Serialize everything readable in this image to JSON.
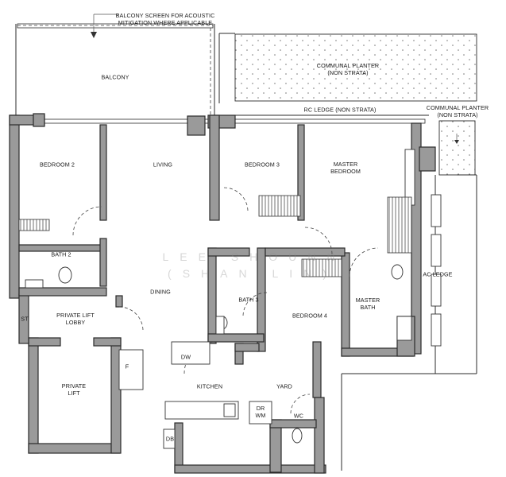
{
  "labels": {
    "balcony_screen": "BALCONY SCREEN FOR ACOUSTIC\nMITIGATION WHERE APPLICABLE",
    "balcony": "BALCONY",
    "communal_planter_top": "COMMUNAL PLANTER\n(NON STRATA)",
    "rc_ledge": "RC LEDGE (NON STRATA)",
    "communal_planter_right": "COMMUNAL PLANTER\n(NON STRATA)",
    "bedroom2": "BEDROOM 2",
    "living": "LIVING",
    "bedroom3": "BEDROOM 3",
    "master_bedroom": "MASTER\nBEDROOM",
    "bath2": "BATH 2",
    "dining": "DINING",
    "bath3": "BATH 3",
    "bedroom4": "BEDROOM 4",
    "master_bath": "MASTER\nBATH",
    "ac_ledge": "AC LEDGE",
    "st": "ST",
    "private_lift_lobby": "PRIVATE LIFT\nLOBBY",
    "dw": "DW",
    "f": "F",
    "private_lift": "PRIVATE\nLIFT",
    "kitchen": "KITCHEN",
    "yard": "YARD",
    "dr_wm": "DR\nWM",
    "wc": "WC",
    "db": "DB"
  },
  "watermark": {
    "line1": "LEE SHOUNN",
    "line2": "(SHAN LIN)"
  },
  "colors": {
    "wall_fill": "#9a9a9a",
    "line": "#2b2b2b",
    "planter_dot": "#777777"
  }
}
